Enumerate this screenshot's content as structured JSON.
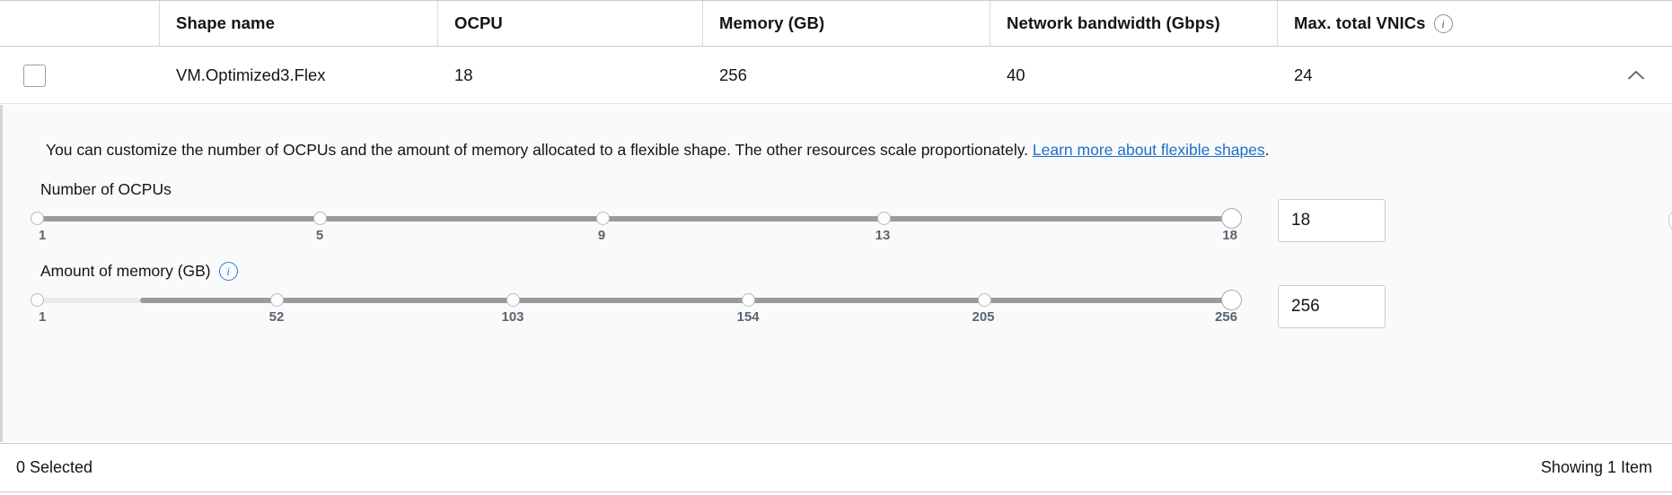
{
  "table": {
    "columns": [
      {
        "key": "checkbox",
        "label": ""
      },
      {
        "key": "shape_name",
        "label": "Shape name"
      },
      {
        "key": "ocpu",
        "label": "OCPU"
      },
      {
        "key": "memory",
        "label": "Memory (GB)"
      },
      {
        "key": "network_bandwidth",
        "label": "Network bandwidth (Gbps)"
      },
      {
        "key": "max_total_vnics",
        "label": "Max. total VNICs",
        "info_icon": "info-icon"
      }
    ],
    "rows": [
      {
        "selected": false,
        "shape_name": "VM.Optimized3.Flex",
        "ocpu": "18",
        "memory": "256",
        "network_bandwidth": "40",
        "max_total_vnics": "24",
        "expand_icon": "chevron-up-icon"
      }
    ],
    "footer": {
      "selected_count_label": "0 Selected",
      "showing_label": "Showing 1 Item"
    }
  },
  "expanded_panel": {
    "description_before_link": "You can customize the number of OCPUs and the amount of memory allocated to a flexible shape. The other resources scale proportionately. ",
    "link_text": "Learn more about flexible shapes",
    "description_after_link": ".",
    "ocpu_slider": {
      "label": "Number of OCPUs",
      "value": "18",
      "min": 1,
      "max": 18,
      "input_value": "18",
      "tick_labels": [
        "1",
        "5",
        "9",
        "13",
        "18"
      ],
      "tick_positions_pct": [
        0,
        23.5,
        47.2,
        70.6,
        100
      ]
    },
    "memory_slider": {
      "label": "Amount of memory (GB)",
      "info_icon": "info-icon",
      "value": "256",
      "min": 1,
      "max": 256,
      "input_value": "256",
      "tick_labels": [
        "1",
        "52",
        "103",
        "154",
        "205",
        "256"
      ],
      "tick_positions_pct": [
        0,
        20.0,
        39.9,
        59.9,
        79.9,
        100
      ],
      "pre_fill_end_pct": 8.8
    }
  },
  "colors": {
    "link": "#1f6fce",
    "panel_background": "#fafafa",
    "slider_track": "#999b9e",
    "slider_track_pre": "#ebebeb",
    "border": "#c4cdd5",
    "info_blue": "#2b7cd3"
  }
}
